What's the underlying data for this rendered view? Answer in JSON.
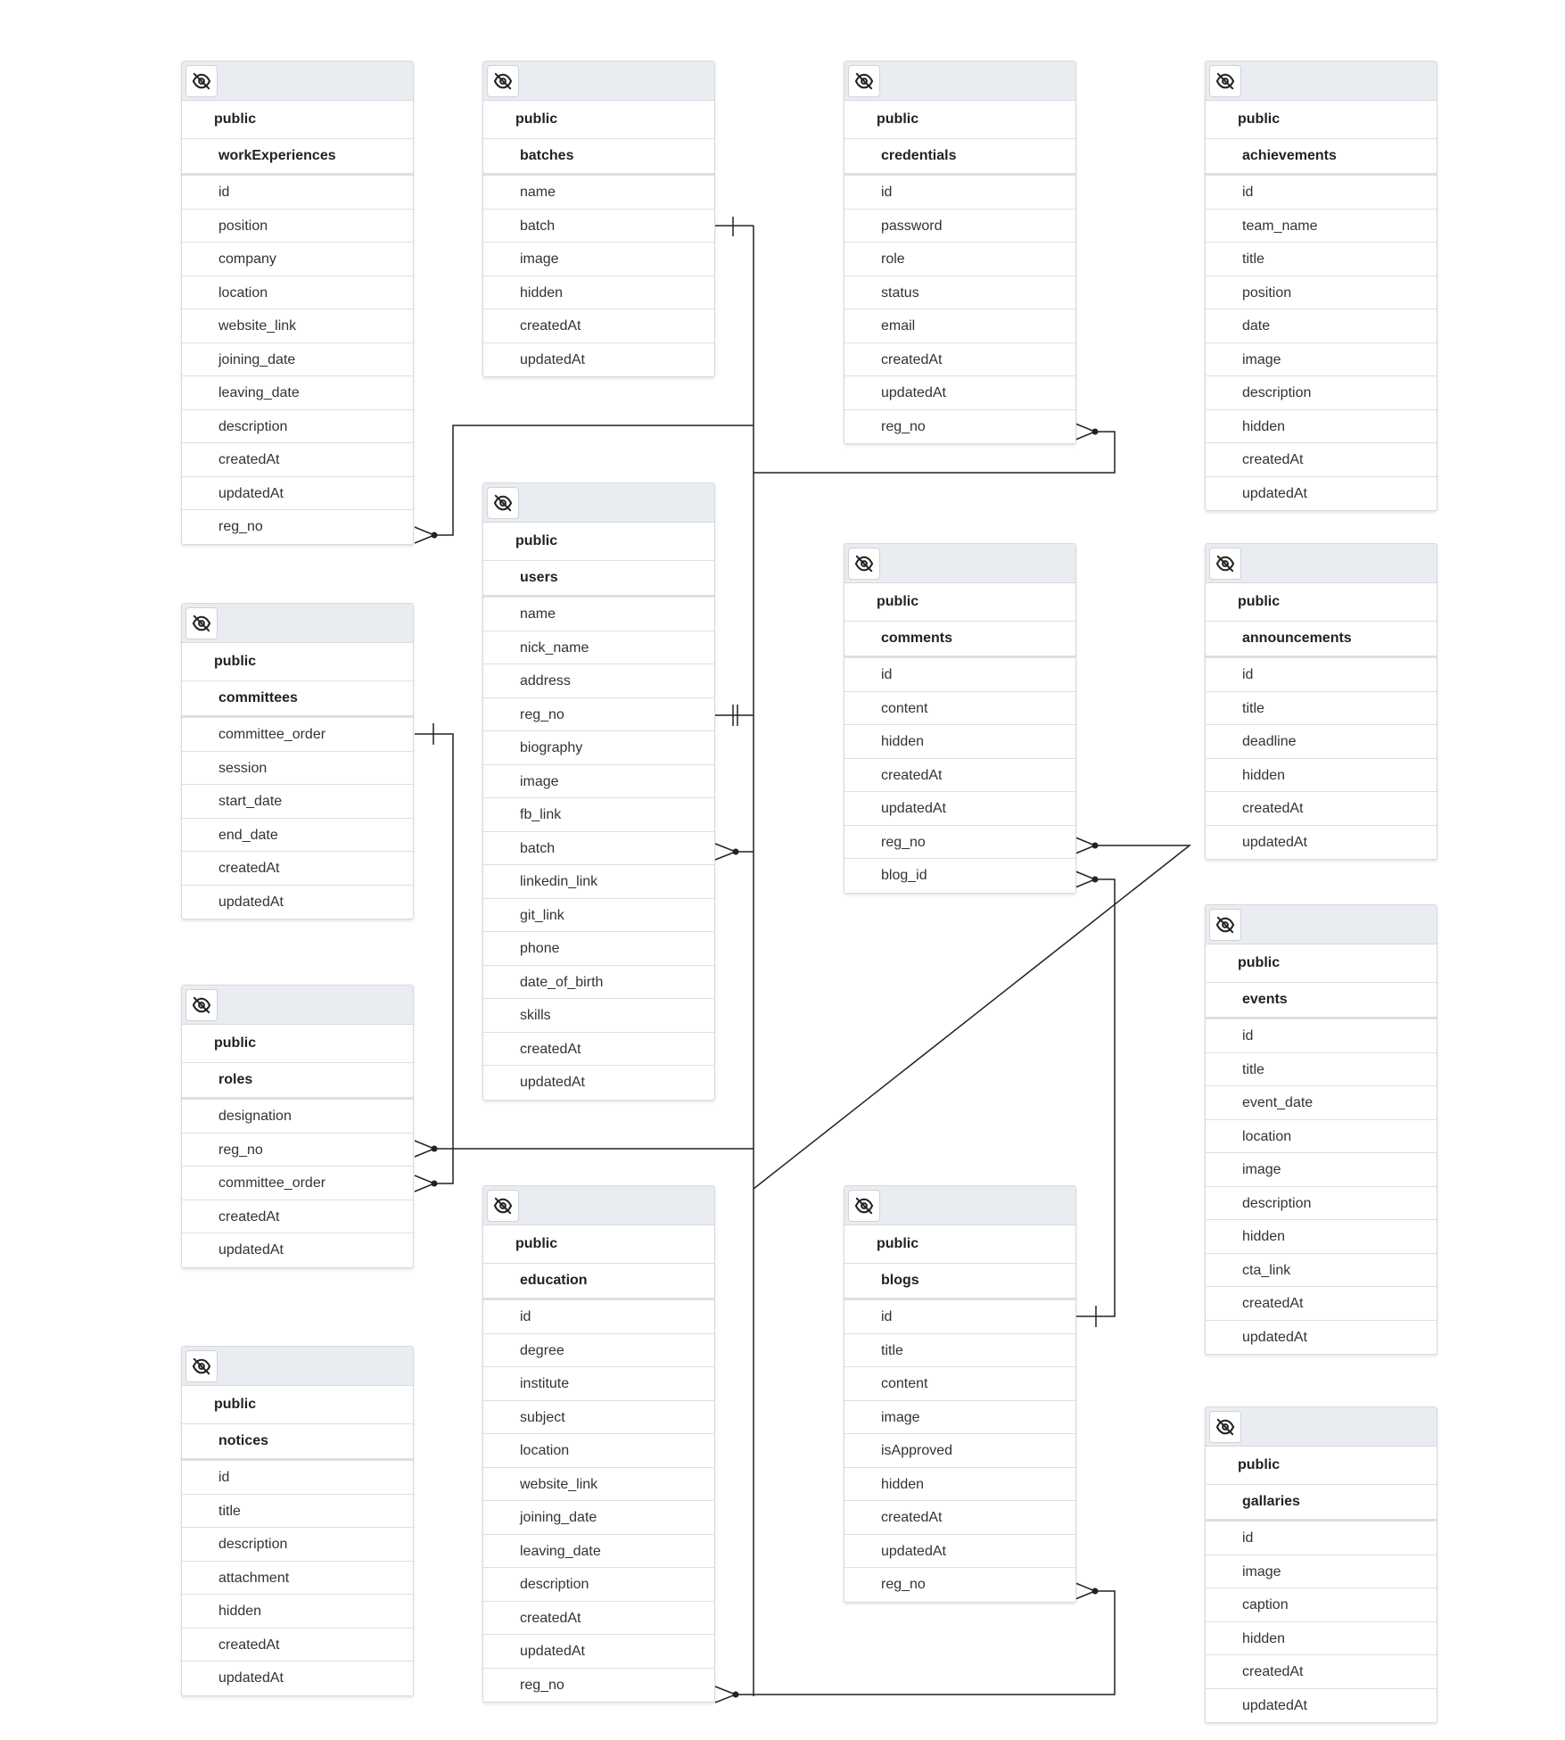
{
  "icons": {
    "visibility_toggle": "eye-off-icon"
  },
  "tables": [
    {
      "id": "workExperiences",
      "schema": "public",
      "name": "workExperiences",
      "fields": [
        "id",
        "position",
        "company",
        "location",
        "website_link",
        "joining_date",
        "leaving_date",
        "description",
        "createdAt",
        "updatedAt",
        "reg_no"
      ]
    },
    {
      "id": "batches",
      "schema": "public",
      "name": "batches",
      "fields": [
        "name",
        "batch",
        "image",
        "hidden",
        "createdAt",
        "updatedAt"
      ]
    },
    {
      "id": "credentials",
      "schema": "public",
      "name": "credentials",
      "fields": [
        "id",
        "password",
        "role",
        "status",
        "email",
        "createdAt",
        "updatedAt",
        "reg_no"
      ]
    },
    {
      "id": "achievements",
      "schema": "public",
      "name": "achievements",
      "fields": [
        "id",
        "team_name",
        "title",
        "position",
        "date",
        "image",
        "description",
        "hidden",
        "createdAt",
        "updatedAt"
      ]
    },
    {
      "id": "users",
      "schema": "public",
      "name": "users",
      "fields": [
        "name",
        "nick_name",
        "address",
        "reg_no",
        "biography",
        "image",
        "fb_link",
        "batch",
        "linkedin_link",
        "git_link",
        "phone",
        "date_of_birth",
        "skills",
        "createdAt",
        "updatedAt"
      ]
    },
    {
      "id": "comments",
      "schema": "public",
      "name": "comments",
      "fields": [
        "id",
        "content",
        "hidden",
        "createdAt",
        "updatedAt",
        "reg_no",
        "blog_id"
      ]
    },
    {
      "id": "announcements",
      "schema": "public",
      "name": "announcements",
      "fields": [
        "id",
        "title",
        "deadline",
        "hidden",
        "createdAt",
        "updatedAt"
      ]
    },
    {
      "id": "committees",
      "schema": "public",
      "name": "committees",
      "fields": [
        "committee_order",
        "session",
        "start_date",
        "end_date",
        "createdAt",
        "updatedAt"
      ]
    },
    {
      "id": "events",
      "schema": "public",
      "name": "events",
      "fields": [
        "id",
        "title",
        "event_date",
        "location",
        "image",
        "description",
        "hidden",
        "cta_link",
        "createdAt",
        "updatedAt"
      ]
    },
    {
      "id": "roles",
      "schema": "public",
      "name": "roles",
      "fields": [
        "designation",
        "reg_no",
        "committee_order",
        "createdAt",
        "updatedAt"
      ]
    },
    {
      "id": "education",
      "schema": "public",
      "name": "education",
      "fields": [
        "id",
        "degree",
        "institute",
        "subject",
        "location",
        "website_link",
        "joining_date",
        "leaving_date",
        "description",
        "createdAt",
        "updatedAt",
        "reg_no"
      ]
    },
    {
      "id": "blogs",
      "schema": "public",
      "name": "blogs",
      "fields": [
        "id",
        "title",
        "content",
        "image",
        "isApproved",
        "hidden",
        "createdAt",
        "updatedAt",
        "reg_no"
      ]
    },
    {
      "id": "notices",
      "schema": "public",
      "name": "notices",
      "fields": [
        "id",
        "title",
        "description",
        "attachment",
        "hidden",
        "createdAt",
        "updatedAt"
      ]
    },
    {
      "id": "gallaries",
      "schema": "public",
      "name": "gallaries",
      "fields": [
        "id",
        "image",
        "caption",
        "hidden",
        "createdAt",
        "updatedAt"
      ]
    }
  ],
  "relationships": [
    {
      "from": "workExperiences.reg_no",
      "to": "users.reg_no",
      "cardinality": "many-to-one"
    },
    {
      "from": "credentials.reg_no",
      "to": "users.reg_no",
      "cardinality": "many-to-one"
    },
    {
      "from": "users.batch",
      "to": "batches.batch",
      "cardinality": "many-to-one"
    },
    {
      "from": "roles.reg_no",
      "to": "users.reg_no",
      "cardinality": "many-to-one"
    },
    {
      "from": "roles.committee_order",
      "to": "committees.committee_order",
      "cardinality": "many-to-one"
    },
    {
      "from": "comments.reg_no",
      "to": "users.reg_no",
      "cardinality": "many-to-one"
    },
    {
      "from": "comments.blog_id",
      "to": "blogs.id",
      "cardinality": "many-to-one"
    },
    {
      "from": "blogs.reg_no",
      "to": "users.reg_no",
      "cardinality": "many-to-one"
    },
    {
      "from": "education.reg_no",
      "to": "users.reg_no",
      "cardinality": "many-to-one"
    }
  ]
}
